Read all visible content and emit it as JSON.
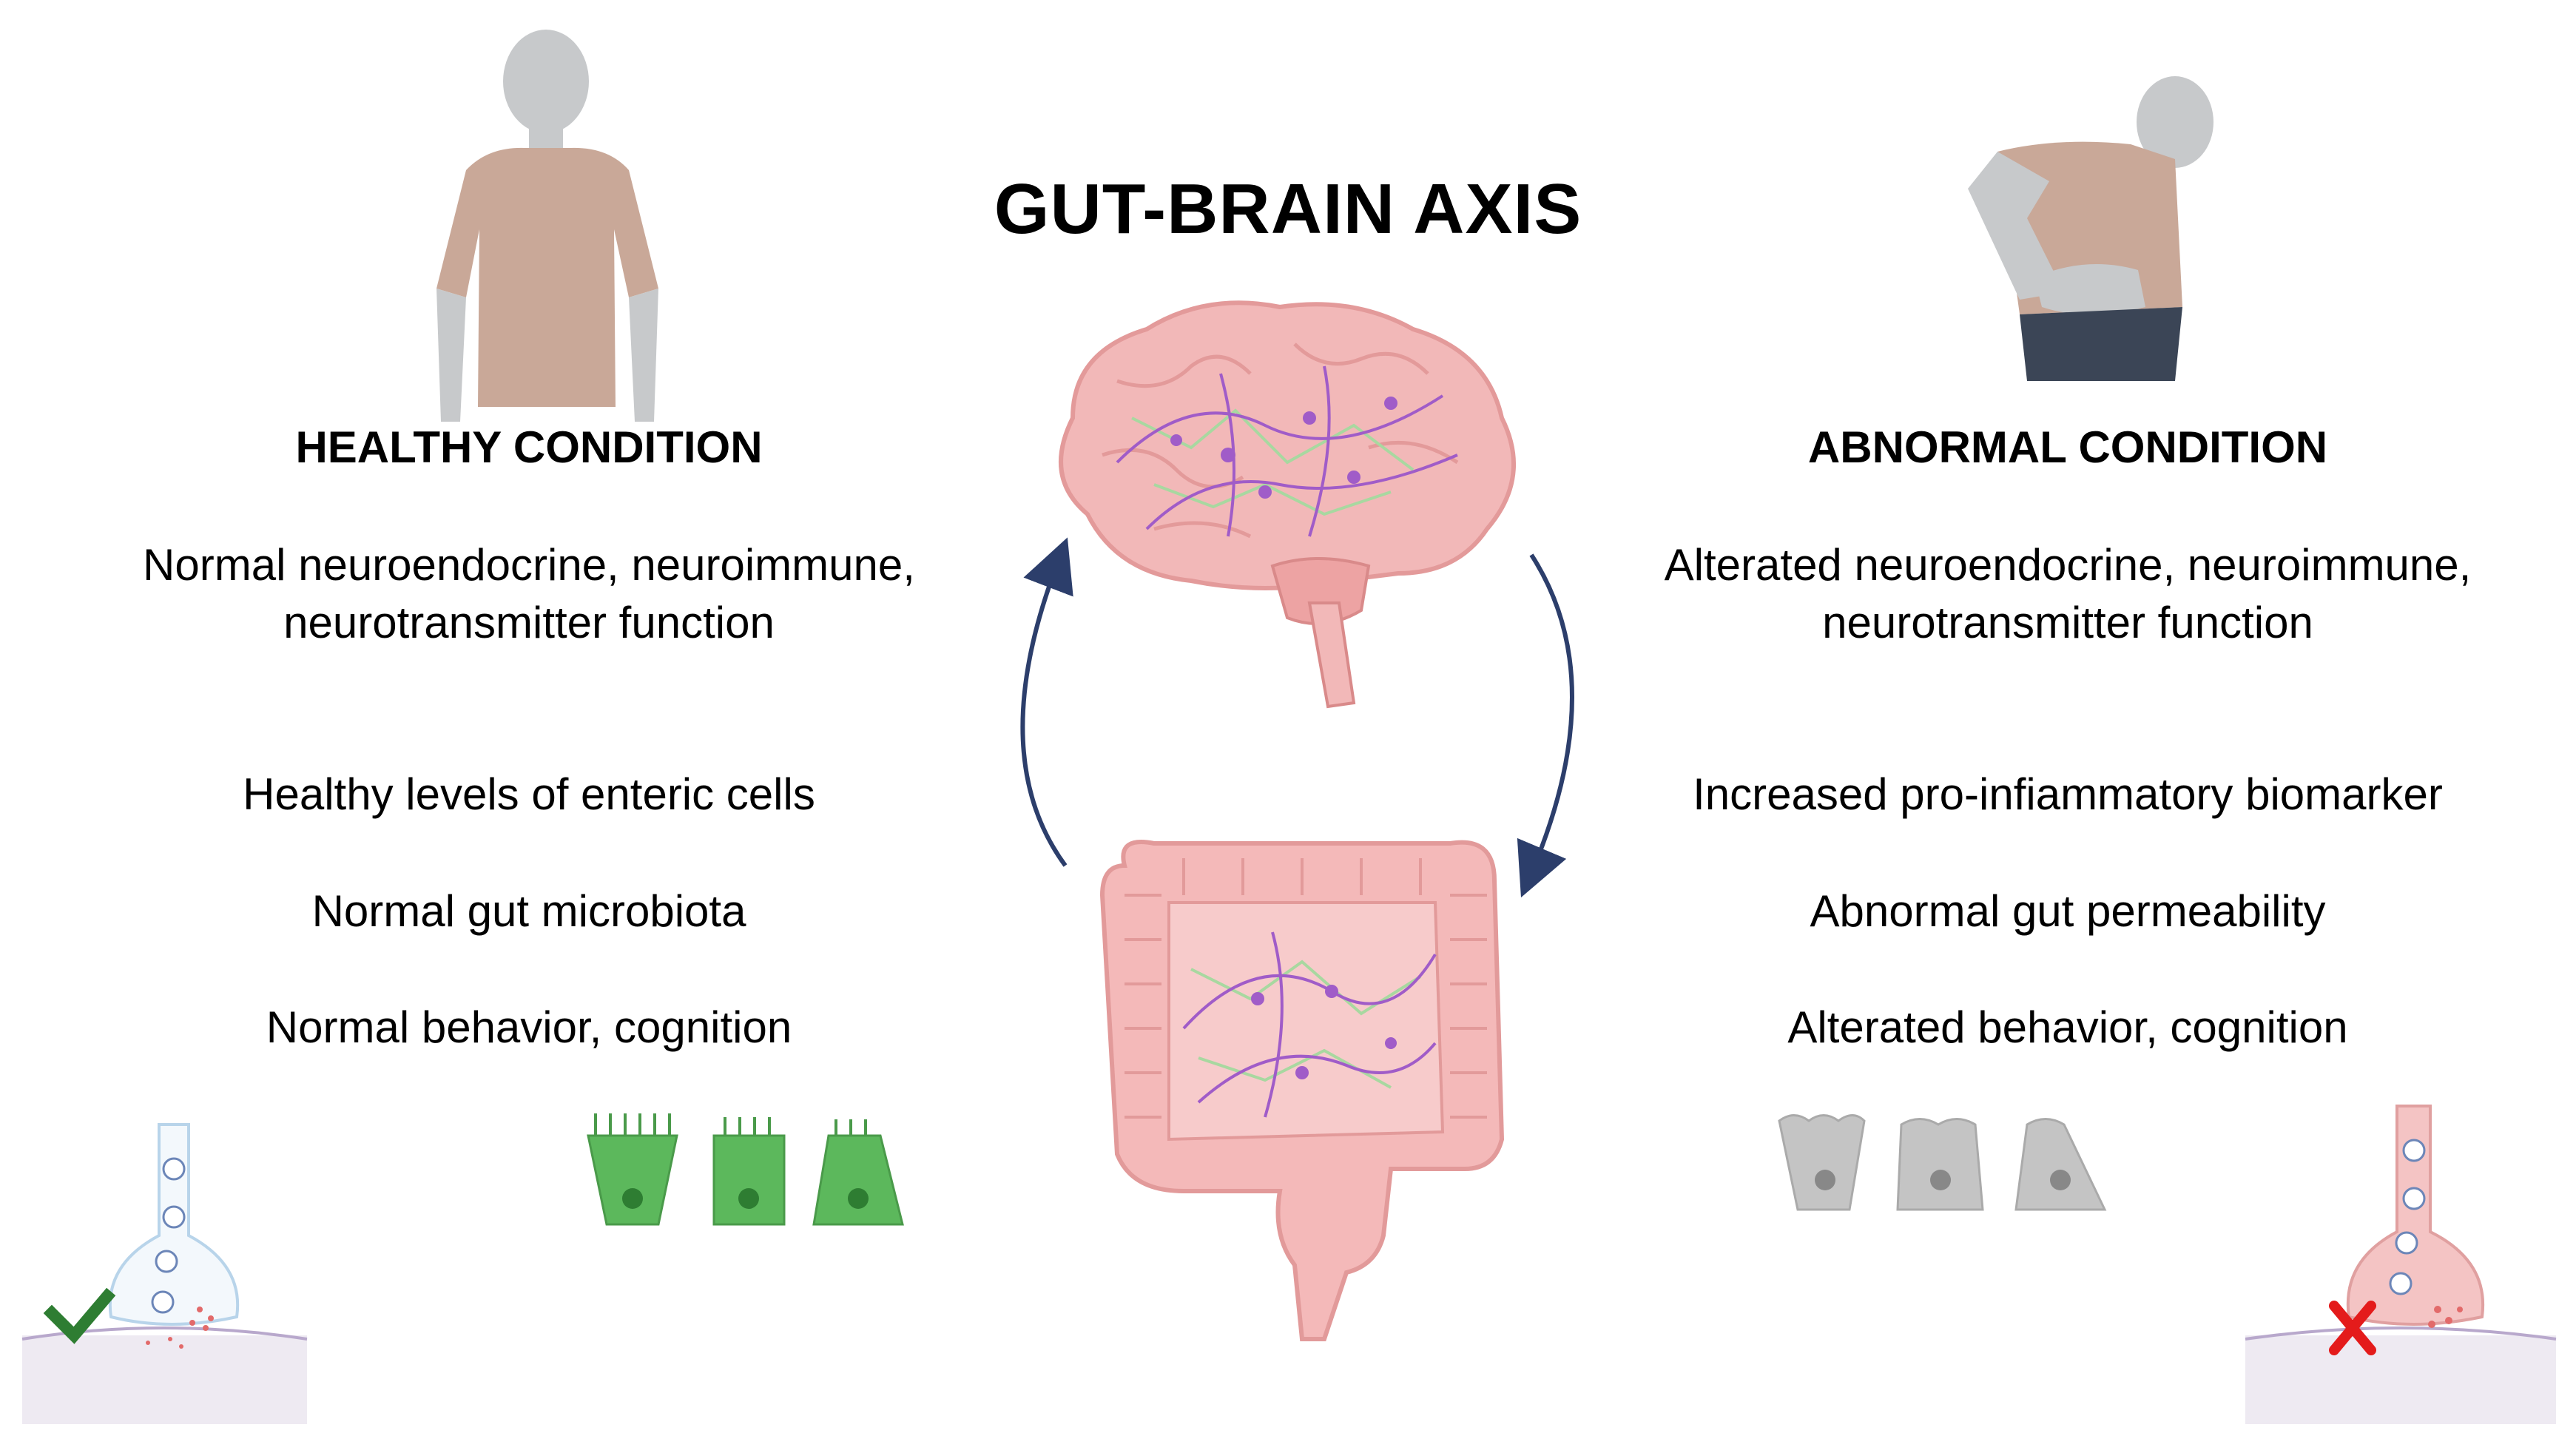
{
  "title": "GUT-BRAIN AXIS",
  "healthy": {
    "heading": "HEALTHY CONDITION",
    "items": [
      "Normal neuroendocrine, neuroimmune, neurotransmitter function",
      "Healthy levels of enteric cells",
      "Normal gut microbiota",
      "Normal behavior, cognition"
    ]
  },
  "abnormal": {
    "heading": "ABNORMAL CONDITION",
    "items": [
      "Alterated  neuroendocrine, neuroimmune, neurotransmitter function",
      "Increased pro-infiammatory biomarker",
      "Abnormal gut permeability",
      "Alterated behavior, cognition"
    ]
  },
  "colors": {
    "shirt": "#c9a898",
    "skin": "#c7c9cb",
    "brain": "#f2b8b8",
    "gut": "#f4b9b9",
    "neuron": "#a05cc8",
    "glia": "#a8d8a0",
    "arrow": "#2c3e6b",
    "healthy_cell": "#5cb85c",
    "abnormal_cell": "#c4c4c4",
    "check": "#2e7d32",
    "cross": "#e41b1b"
  },
  "icons": [
    "healthy-person-icon",
    "abnormal-person-icon",
    "brain-icon",
    "intestine-icon",
    "synapse-icon",
    "enterocyte-icon",
    "check-icon",
    "cross-icon"
  ]
}
